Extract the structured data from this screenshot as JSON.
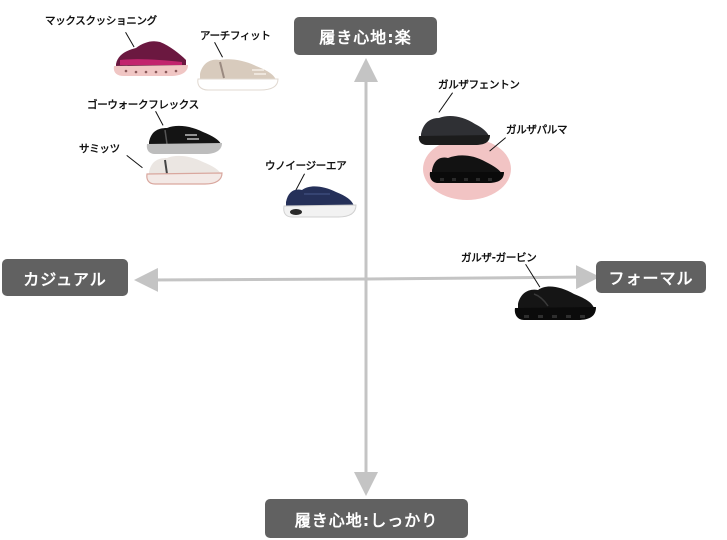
{
  "axes": {
    "top": "履き心地:楽",
    "bottom": "履き心地:しっかり",
    "left": "カジュアル",
    "right": "フォーマル"
  },
  "colors": {
    "axis_box": "#616161",
    "axis_line": "#c4c4c4",
    "highlight": "#f2c4c4"
  },
  "products": [
    {
      "name": "マックスクッショニング",
      "quadrant": "casual-comfort",
      "color": "#7a1f4a"
    },
    {
      "name": "アーチフィット",
      "quadrant": "casual-comfort",
      "color": "#d8cbbd"
    },
    {
      "name": "ゴーウォークフレックス",
      "quadrant": "casual-comfort",
      "color": "#1a1a1a"
    },
    {
      "name": "サミッツ",
      "quadrant": "casual-comfort",
      "color": "#e6e0dc"
    },
    {
      "name": "ウノイージーエア",
      "quadrant": "casual-comfort",
      "color": "#25305a"
    },
    {
      "name": "ガルザフェントン",
      "quadrant": "formal-comfort",
      "color": "#2b2b2e"
    },
    {
      "name": "ガルザパルマ",
      "quadrant": "formal-comfort",
      "color": "#141414",
      "highlighted": true
    },
    {
      "name": "ガルザ-ガービン",
      "quadrant": "formal-firm",
      "color": "#141414"
    }
  ]
}
